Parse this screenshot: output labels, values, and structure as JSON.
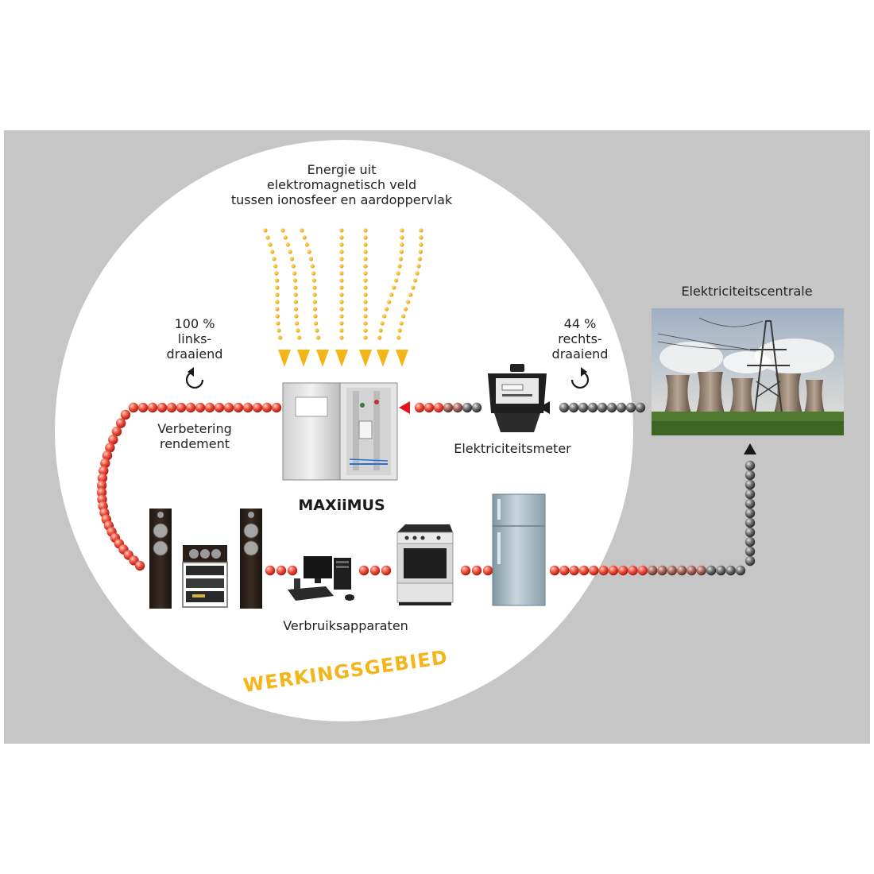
{
  "labels": {
    "energy_source": {
      "line1": "Energie uit",
      "line2": "elektromagnetisch veld",
      "line3": "tussen ionosfeer en aardoppervlak"
    },
    "left_rotation": {
      "percent": "100 %",
      "line2": "links-",
      "line3": "draaiend"
    },
    "right_rotation": {
      "percent": "44 %",
      "line2": "rechts-",
      "line3": "draaiend"
    },
    "improvement": {
      "line1": "Verbetering",
      "line2": "rendement"
    },
    "meter": "Elektriciteitsmeter",
    "power_plant": "Elektriciteitscentrale",
    "device": "MAXiiMUS",
    "consumers": "Verbruiksapparaten",
    "area": "WERKINGSGEBIED"
  },
  "colors": {
    "background_gray": "#c6c6c6",
    "circle": "#ffffff",
    "energy_arrows": "#f3b61a",
    "area_label": "#f3b61a",
    "bead_red": "#f04a3a",
    "bead_gray": "#6e6e6e",
    "arrow_red": "#e2141c",
    "arrow_black": "#1a1a1a"
  },
  "icons": {
    "left_rotation": "counterclockwise-arrow-icon",
    "right_rotation": "clockwise-arrow-icon"
  }
}
